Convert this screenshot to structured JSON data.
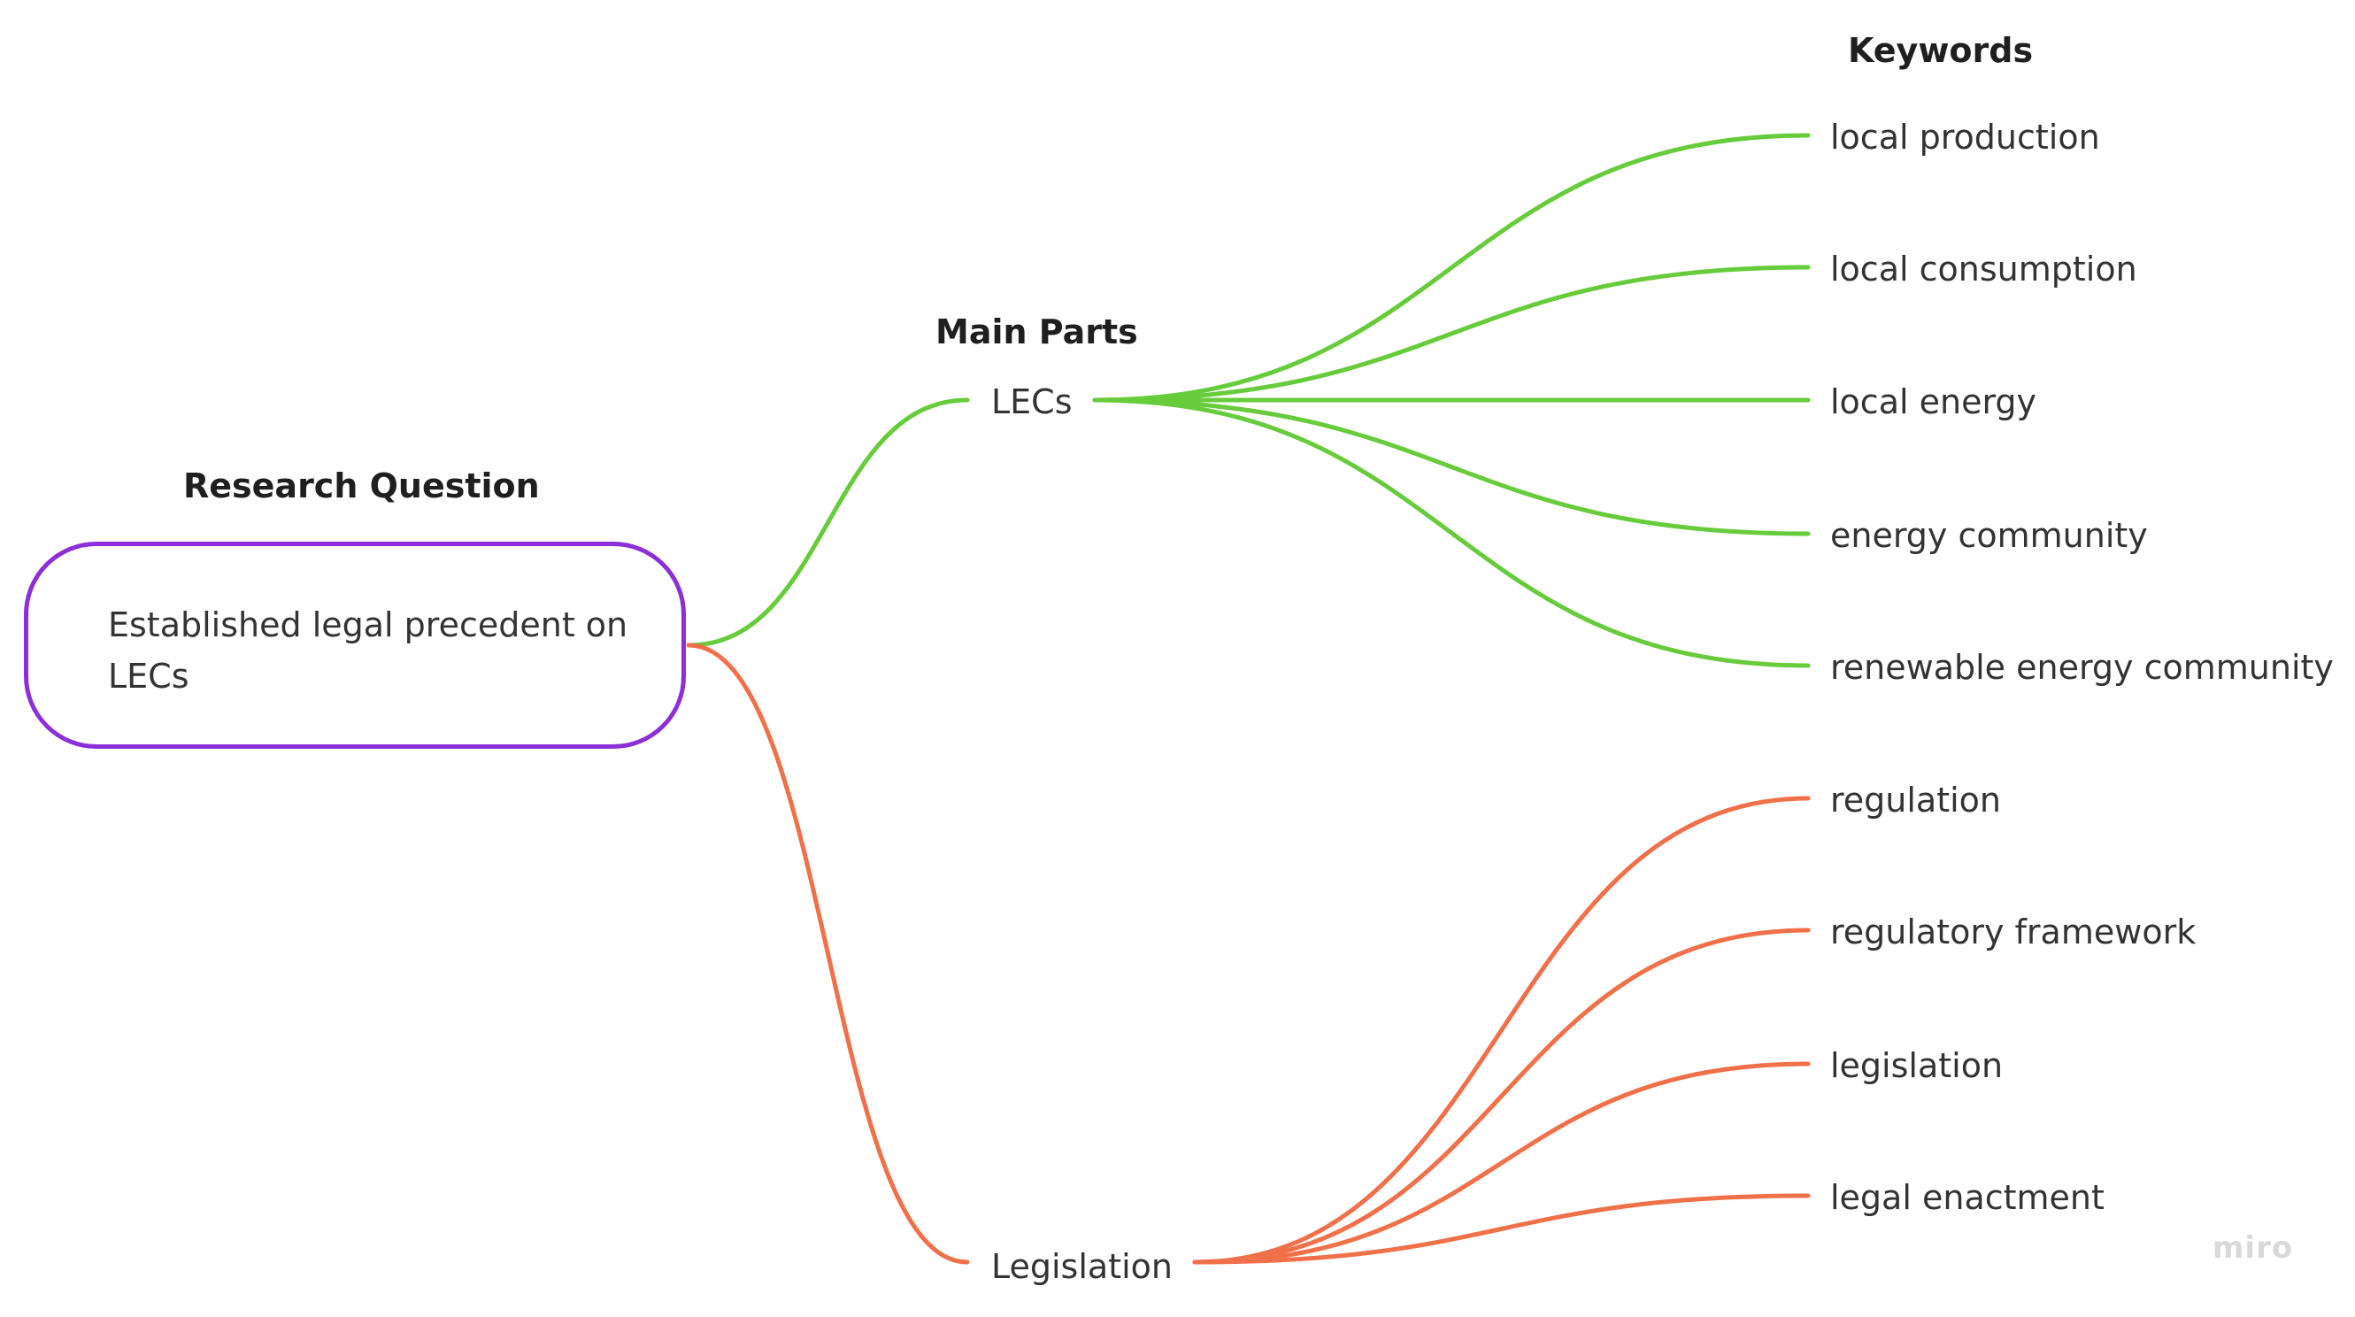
{
  "headings": {
    "research_question": "Research Question",
    "main_parts": "Main Parts",
    "keywords": "Keywords"
  },
  "root": {
    "text": "Established legal precedent on LECs",
    "border_color": "#8c2fd9"
  },
  "branches": [
    {
      "label": "LECs",
      "color": "#67cc3b",
      "keywords": [
        "local production",
        "local consumption",
        "local energy",
        "energy community",
        "renewable energy community"
      ]
    },
    {
      "label": "Legislation",
      "color": "#f07049",
      "keywords": [
        "regulation",
        "regulatory framework",
        "legislation",
        "legal enactment"
      ]
    }
  ],
  "watermark": "miro"
}
